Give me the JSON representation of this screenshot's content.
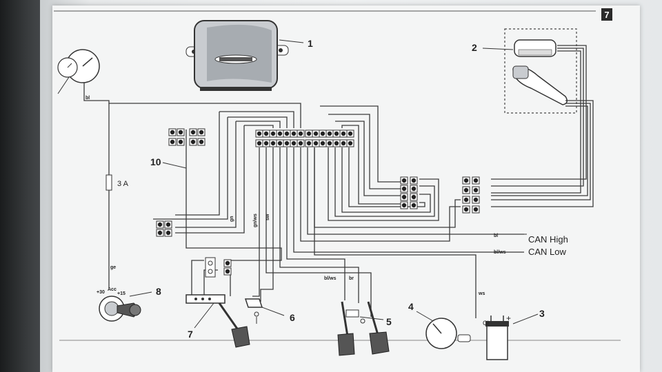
{
  "page_badge": "7",
  "components": [
    {
      "id": "1",
      "name": "control-unit"
    },
    {
      "id": "2",
      "name": "steering-column-switch"
    },
    {
      "id": "3",
      "name": "coil"
    },
    {
      "id": "4",
      "name": "tachometer-sender"
    },
    {
      "id": "5",
      "name": "brake-clutch-pedal-switches"
    },
    {
      "id": "6",
      "name": "switch"
    },
    {
      "id": "7",
      "name": "accelerator-pedal-sensor"
    },
    {
      "id": "8",
      "name": "ignition-switch"
    },
    {
      "id": "10",
      "name": "wiring-harness"
    }
  ],
  "labels": {
    "fuse": "3 A",
    "can_high": "CAN High",
    "can_low": "CAN Low",
    "wire_bl_top": "bl",
    "wire_bl_can": "bl",
    "wire_blws_can": "bl/ws",
    "wire_blws_pedal": "bl/ws",
    "wire_br": "br",
    "wire_gn": "gn",
    "wire_sw": "sw",
    "wire_ge": "ge",
    "wire_gnws": "gn/ws",
    "wire_ws": "ws"
  },
  "ignition_marks": [
    "+30",
    "Acc",
    "+15"
  ],
  "colors": {
    "line": "#3a3a3a",
    "paper": "#f4f5f5",
    "unit_fill": "#9aa0a6"
  }
}
